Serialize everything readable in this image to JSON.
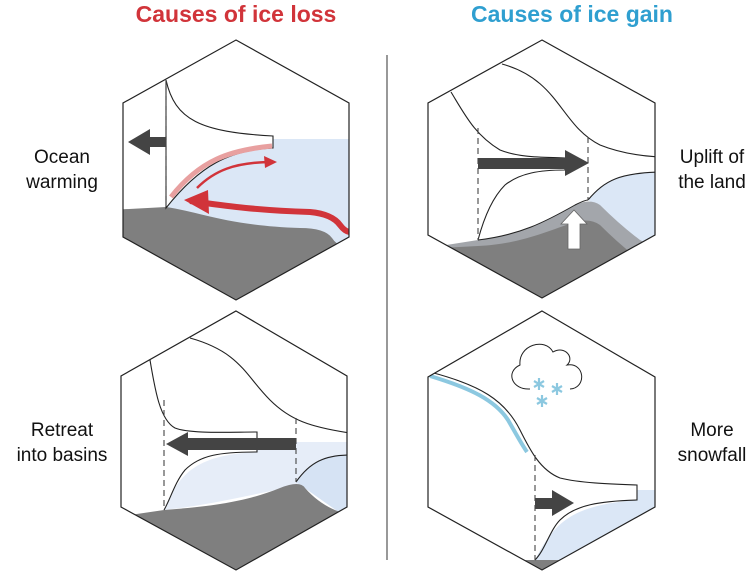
{
  "titles": {
    "loss": "Causes of ice loss",
    "gain": "Causes of ice gain"
  },
  "panels": [
    {
      "id": "ocean-warming",
      "label_lines": [
        "Ocean",
        "warming"
      ]
    },
    {
      "id": "uplift",
      "label_lines": [
        "Uplift of",
        "the land"
      ]
    },
    {
      "id": "retreat",
      "label_lines": [
        "Retreat",
        "into basins"
      ]
    },
    {
      "id": "snowfall",
      "label_lines": [
        "More",
        "snowfall"
      ]
    }
  ],
  "colors": {
    "loss": "#d1343a",
    "gain": "#2f9fd0",
    "water": "#dbe7f6",
    "ground": "#7f7f7f",
    "arrow": "#444444",
    "snow": "#8cc8e0"
  }
}
